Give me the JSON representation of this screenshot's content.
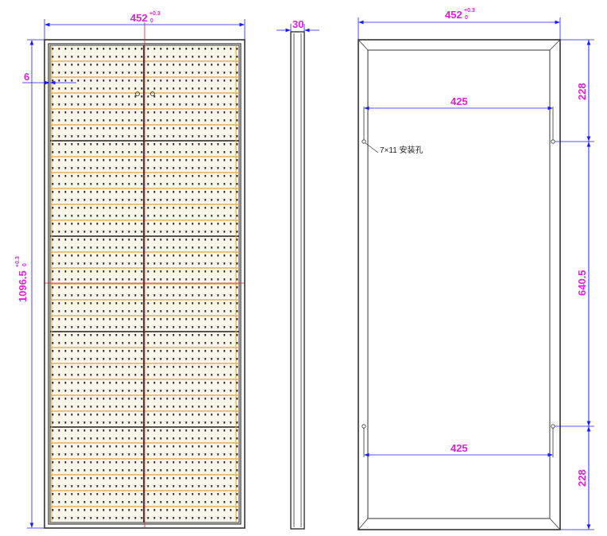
{
  "colors": {
    "dimension": "#e020d8",
    "dimension_line": "#1a1aff",
    "frame": "#333333",
    "cell_grid": "#d9a640",
    "cell_bg": "#fbf7ea",
    "dot": "#222222",
    "centerline": "#d42020"
  },
  "front_view": {
    "width_label": "452",
    "width_tol_upper": "+0.3",
    "width_tol_lower": "0",
    "height_label": "1096.5",
    "height_tol_upper": "+0.3",
    "height_tol_lower": "0",
    "edge_label": "6"
  },
  "side_view": {
    "thickness_label": "30"
  },
  "back_view": {
    "width_label": "452",
    "width_tol_upper": "+0.3",
    "width_tol_lower": "0",
    "hole_span_top": "425",
    "hole_span_bottom": "425",
    "hole_note": "7×11 安装孔",
    "top_offset": "228",
    "hole_pitch": "640.5",
    "bottom_offset": "228"
  }
}
